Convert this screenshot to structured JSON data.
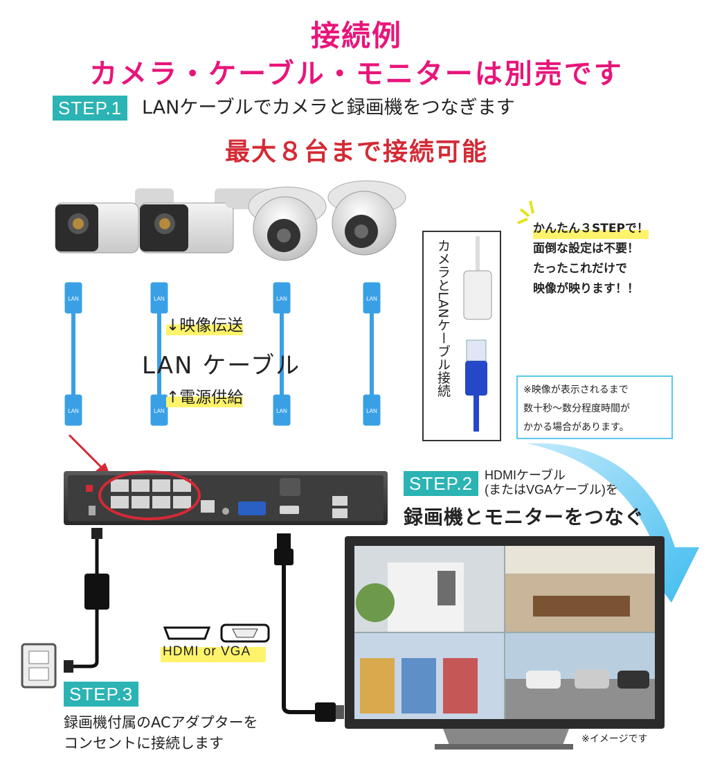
{
  "header": {
    "title": "接続例",
    "subtitle": "カメラ・ケーブル・モニターは別売です"
  },
  "step1": {
    "badge": "STEP.1",
    "text": "LANケーブルでカメラと録画機をつなぎます",
    "max_cameras": "最大８台まで接続可能"
  },
  "cables": {
    "video_label": "↓映像伝送",
    "cable_name": "LAN ケーブル",
    "power_label": "↑電源供給",
    "plug_text": "LAN"
  },
  "connection_detail": {
    "text": "カメラとLANケーブル接続"
  },
  "easy_message": {
    "lines": [
      "かんたん３STEPで！",
      "面倒な設定は不要！",
      "たったこれだけで",
      "映像が映ります！！"
    ]
  },
  "notice": {
    "lines": [
      "※映像が表示されるまで",
      "数十秒～数分程度時間が",
      "かかる場合があります。"
    ]
  },
  "step2": {
    "badge": "STEP.2",
    "text_line1": "HDMIケーブル",
    "text_line2": "(またはVGAケーブル)を",
    "text_line3": "録画機とモニターをつなぐ"
  },
  "ports": {
    "label": "HDMI or VGA"
  },
  "step3": {
    "badge": "STEP.3",
    "line1": "録画機付属のACアダプターを",
    "line2": "コンセントに接続します"
  },
  "monitor": {
    "note": "※イメージです"
  },
  "colors": {
    "title_pink": "#e8157a",
    "max_red": "#d42a35",
    "step_teal": "#2cb3b3",
    "lan_blue": "#3aa0e6",
    "highlight_yellow": "#fff36b",
    "arrow_blue": "#4cc3f0"
  }
}
